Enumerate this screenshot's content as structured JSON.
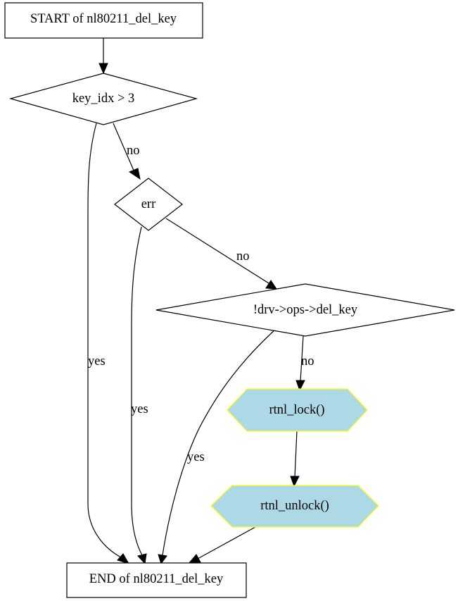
{
  "nodes": {
    "start": {
      "label": "START of nl80211_del_key"
    },
    "cond_key_idx": {
      "label": "key_idx > 3"
    },
    "cond_err": {
      "label": "err"
    },
    "cond_del_key": {
      "label": "!drv->ops->del_key"
    },
    "call_rtnl_lock": {
      "label": "rtnl_lock()"
    },
    "call_rtnl_unlock": {
      "label": "rtnl_unlock()"
    },
    "end": {
      "label": "END of nl80211_del_key"
    }
  },
  "edges": {
    "key_idx_no": {
      "label": "no"
    },
    "key_idx_yes": {
      "label": "yes"
    },
    "err_no": {
      "label": "no"
    },
    "err_yes": {
      "label": "yes"
    },
    "del_key_no": {
      "label": "no"
    },
    "del_key_yes": {
      "label": "yes"
    }
  },
  "colors": {
    "call_fill": "#add8e6",
    "call_border": "#ffff00",
    "line": "#000000"
  }
}
